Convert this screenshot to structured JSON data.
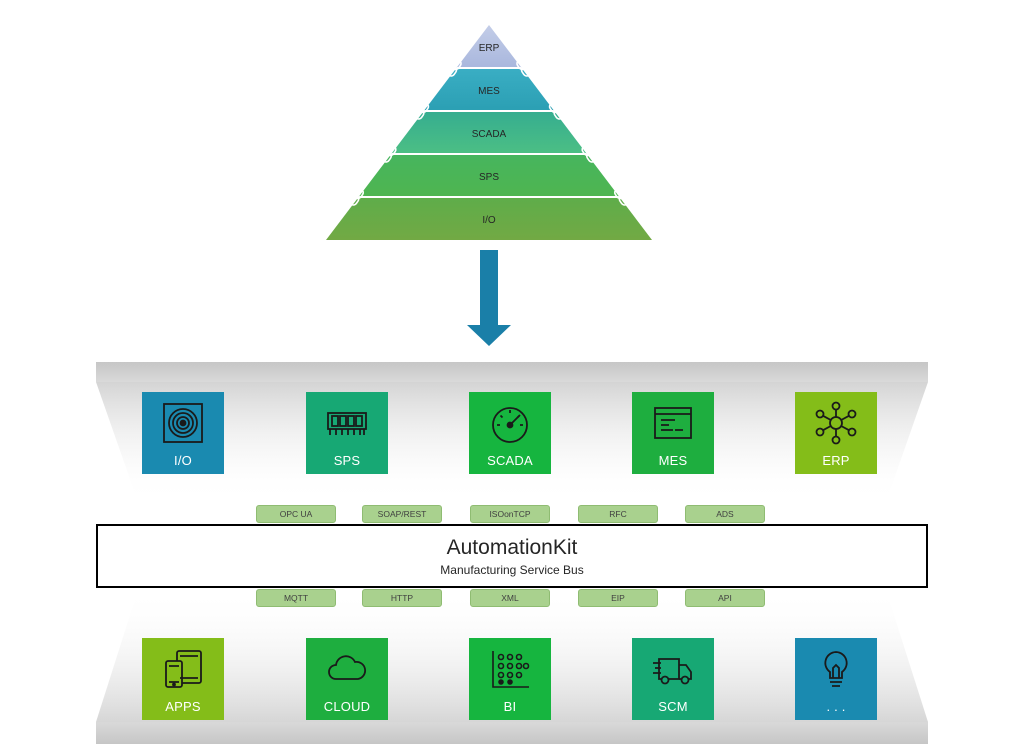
{
  "pyramid": {
    "levels": [
      "ERP",
      "MES",
      "SCADA",
      "SPS",
      "I/O"
    ],
    "colors": [
      "#adb9dc",
      "#2fa3b7",
      "#45b98a",
      "#4cb557",
      "#6aaa45"
    ]
  },
  "bus": {
    "title": "AutomationKit",
    "subtitle": "Manufacturing Service Bus"
  },
  "protocols_top": [
    "OPC UA",
    "SOAP/REST",
    "ISOonTCP",
    "RFC",
    "ADS"
  ],
  "protocols_bottom": [
    "MQTT",
    "HTTP",
    "XML",
    "EIP",
    "API"
  ],
  "tiles_top": [
    {
      "label": "I/O",
      "icon": "speaker-icon",
      "color": "#1a8ab0"
    },
    {
      "label": "SPS",
      "icon": "memory-chip-icon",
      "color": "#17a874"
    },
    {
      "label": "SCADA",
      "icon": "gauge-icon",
      "color": "#16b53f"
    },
    {
      "label": "MES",
      "icon": "terminal-window-icon",
      "color": "#1eae3f"
    },
    {
      "label": "ERP",
      "icon": "network-hub-icon",
      "color": "#84bd19"
    }
  ],
  "tiles_bottom": [
    {
      "label": "APPS",
      "icon": "devices-icon",
      "color": "#84bd19"
    },
    {
      "label": "CLOUD",
      "icon": "cloud-icon",
      "color": "#1eae3f"
    },
    {
      "label": "BI",
      "icon": "dot-chart-icon",
      "color": "#16b53f"
    },
    {
      "label": "SCM",
      "icon": "delivery-truck-icon",
      "color": "#17a874"
    },
    {
      "label": ". . .",
      "icon": "lightbulb-icon",
      "color": "#1a8ab0"
    }
  ]
}
